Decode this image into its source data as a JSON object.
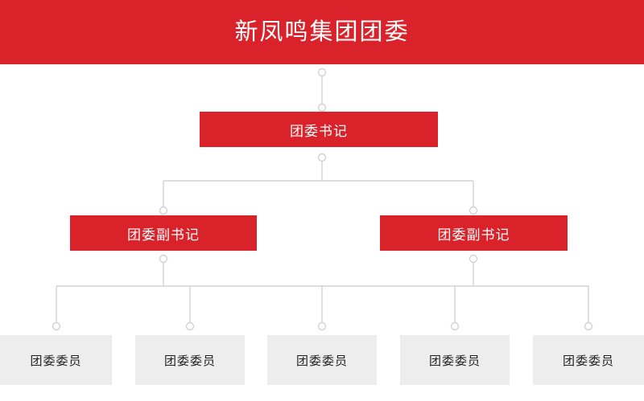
{
  "header": {
    "title": "新凤鸣集团团委",
    "background_color": "#d9222a",
    "text_color": "#ffffff"
  },
  "chart_data": {
    "type": "diagram",
    "diagram_type": "organization-chart",
    "orientation": "top-down",
    "title": "新凤鸣集团团委",
    "levels": 4,
    "colors": {
      "primary_red": "#d9222a",
      "node_gray": "#ededed",
      "connector_line": "#d0d0d0",
      "gray_node_text": "#222222",
      "red_node_text": "#ffffff"
    },
    "nodes": [
      {
        "id": "root",
        "label": "新凤鸣集团团委",
        "level": 0,
        "style": "banner",
        "parent": null
      },
      {
        "id": "secretary",
        "label": "团委书记",
        "level": 1,
        "style": "red-box",
        "parent": "root"
      },
      {
        "id": "deputy-1",
        "label": "团委副书记",
        "level": 2,
        "style": "red-box",
        "parent": "secretary"
      },
      {
        "id": "deputy-2",
        "label": "团委副书记",
        "level": 2,
        "style": "red-box",
        "parent": "secretary"
      },
      {
        "id": "member-1",
        "label": "团委委员",
        "level": 3,
        "style": "gray-box",
        "parent": "deputy-1"
      },
      {
        "id": "member-2",
        "label": "团委委员",
        "level": 3,
        "style": "gray-box",
        "parent": "deputy-1"
      },
      {
        "id": "member-3",
        "label": "团委委员",
        "level": 3,
        "style": "gray-box",
        "parent": "deputy-1"
      },
      {
        "id": "member-4",
        "label": "团委委员",
        "level": 3,
        "style": "gray-box",
        "parent": "deputy-2"
      },
      {
        "id": "member-5",
        "label": "团委委员",
        "level": 3,
        "style": "gray-box",
        "parent": "deputy-2"
      }
    ],
    "edges": [
      {
        "from": "root",
        "to": "secretary"
      },
      {
        "from": "secretary",
        "to": "deputy-1"
      },
      {
        "from": "secretary",
        "to": "deputy-2"
      },
      {
        "from": "deputy-1",
        "to": "member-1"
      },
      {
        "from": "deputy-1",
        "to": "member-2"
      },
      {
        "from": "deputy-1",
        "to": "member-3"
      },
      {
        "from": "deputy-2",
        "to": "member-4"
      },
      {
        "from": "deputy-2",
        "to": "member-5"
      }
    ]
  },
  "nodes": {
    "secretary": {
      "label": "团委书记"
    },
    "deputy_left": {
      "label": "团委副书记"
    },
    "deputy_right": {
      "label": "团委副书记"
    },
    "members": [
      {
        "label": "团委委员"
      },
      {
        "label": "团委委员"
      },
      {
        "label": "团委委员"
      },
      {
        "label": "团委委员"
      },
      {
        "label": "团委委员"
      }
    ]
  }
}
